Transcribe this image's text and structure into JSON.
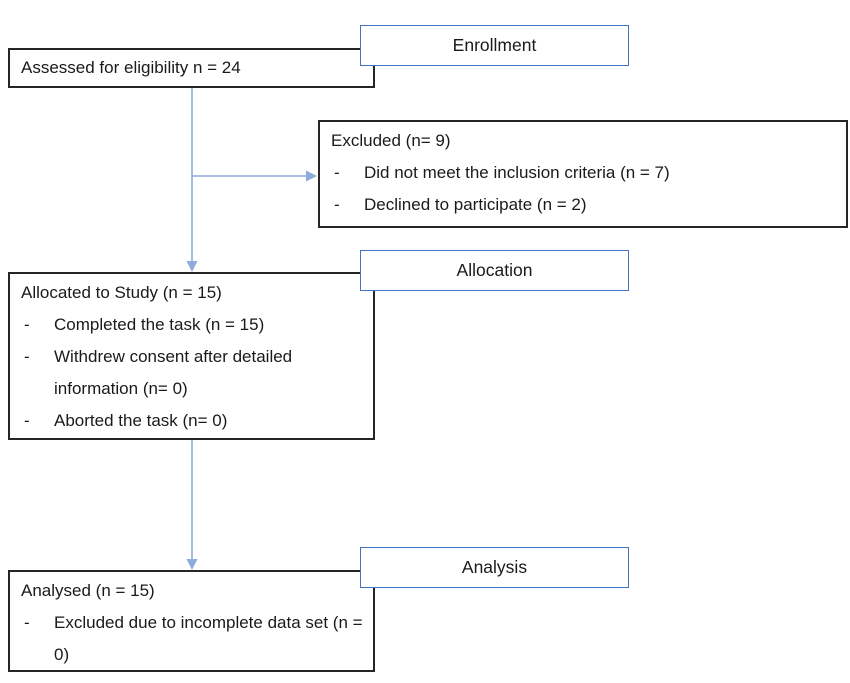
{
  "diagram": {
    "stages": [
      {
        "label": "Enrollment"
      },
      {
        "label": "Allocation"
      },
      {
        "label": "Analysis"
      }
    ],
    "boxes": {
      "assessed": {
        "title": "Assessed for eligibility n = 24"
      },
      "excluded": {
        "title": "Excluded (n= 9)",
        "items": [
          "Did not meet the inclusion criteria (n = 7)",
          "Declined to participate (n = 2)"
        ]
      },
      "allocated": {
        "title": "Allocated to Study (n = 15)",
        "items": [
          "Completed the task (n = 15)",
          "Withdrew consent after detailed information (n= 0)",
          "Aborted the task (n= 0)"
        ]
      },
      "analysed": {
        "title": "Analysed (n = 15)",
        "items": [
          "Excluded due to incomplete data set (n = 0)"
        ]
      }
    },
    "colors": {
      "stage_border": "#4472C4",
      "box_border": "#262626",
      "arrow": "#8FAADC"
    }
  }
}
